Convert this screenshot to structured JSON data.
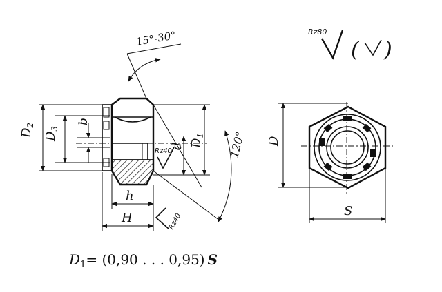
{
  "labels": {
    "angle_top": "15°-30°",
    "angle_120": "120°",
    "d2": "D",
    "d2_sub": "2",
    "d3": "D",
    "d3_sub": "3",
    "b": "b",
    "d": "d",
    "d1": "D",
    "d1_sub": "1",
    "h": "h",
    "H": "H",
    "rz40_inner": "Rz40",
    "rz40_outer": "Rz40",
    "D": "D",
    "S": "S",
    "rz80": "Rz80",
    "check_paren_open": "(",
    "check_paren_close": ")"
  },
  "formula": {
    "lhs": "D",
    "lhs_sub": "1",
    "rhs": "= (0,90 . . . 0,95)",
    "var": "S"
  }
}
